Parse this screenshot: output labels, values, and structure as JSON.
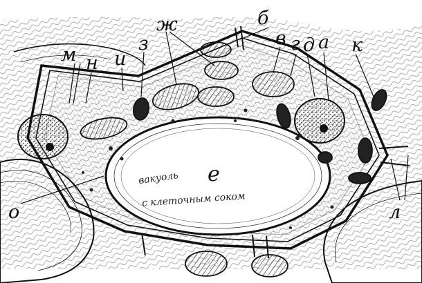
{
  "labels": {
    "m": "м",
    "n": "н",
    "i": "и",
    "z": "з",
    "zh": "ж",
    "b": "б",
    "v": "в",
    "g": "г",
    "d": "д",
    "a": "а",
    "k": "к",
    "e": "е",
    "o": "о",
    "l": "л"
  },
  "vacuole_note": {
    "line1": "вакуоль",
    "line2": "с клеточным соком"
  }
}
